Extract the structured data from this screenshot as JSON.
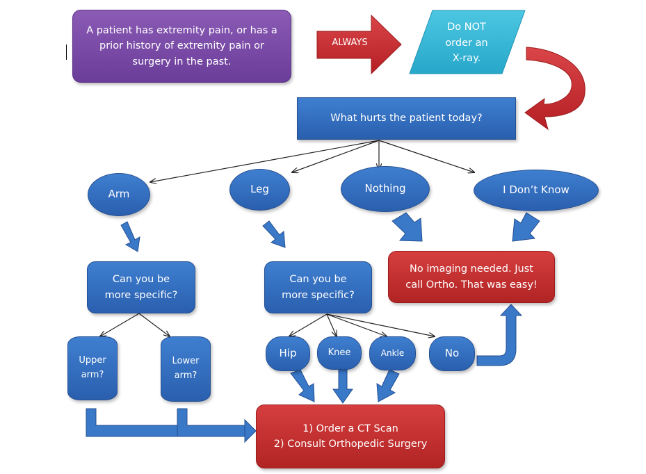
{
  "nodes": {
    "start": "A patient has extremity pain, or has a\nprior history of extremity pain or\nsurgery in the past.",
    "always": "ALWAYS",
    "no_xray": "Do NOT\norder an\nX-ray.",
    "question": "What hurts the patient today?",
    "arm": "Arm",
    "leg": "Leg",
    "nothing": "Nothing",
    "dont_know": "I Don’t Know",
    "arm_specific": "Can you be\nmore specific?",
    "leg_specific": "Can you be\nmore specific?",
    "no_imaging": "No imaging needed.  Just\ncall Ortho. That was easy!",
    "upper_arm": "Upper\narm?",
    "lower_arm": "Lower\narm?",
    "hip": "Hip",
    "knee": "Knee",
    "ankle": "Ankle",
    "no": "No",
    "ct_scan": "1) Order a CT Scan\n2) Consult Orthopedic Surgery"
  },
  "colors": {
    "purple": "#7a4aa8",
    "blue": "#2f6cc0",
    "red": "#c32f2f",
    "cyan": "#33b6d6",
    "arrow_red": "#c0282e",
    "arrow_blue": "#2f6cc0"
  }
}
